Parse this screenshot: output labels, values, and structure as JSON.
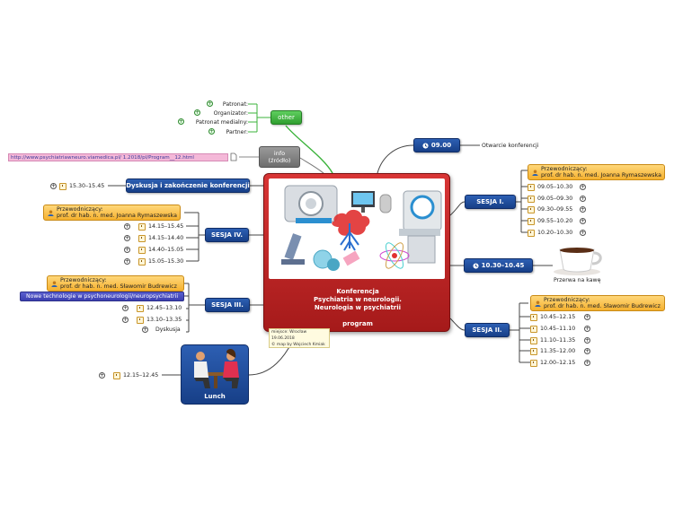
{
  "center": {
    "line1": "Konferencja",
    "line2": "Psychiatria w neurologii.",
    "line3": "Neurologia w psychiatrii",
    "line4": "program"
  },
  "note": {
    "line1": "miejsce: Wrocław",
    "line2": "19.06.2018",
    "line3": "© map by Wojciech Kmiak"
  },
  "other": {
    "label": "other",
    "items": [
      "Patronat:",
      "Organizator:",
      "Patronat medialny:",
      "Partner:"
    ]
  },
  "info": {
    "label_line1": "info",
    "label_line2": "(źródło)",
    "url": "http://www.psychiatriawneuro.viamedica.pl/ 1.2018/pl/Program__12.html"
  },
  "n0900": {
    "label": "09.00",
    "child": "Otwarcie konferencji"
  },
  "sesja1": {
    "label": "SESJA I.",
    "chair_title": "Przewodniczący:",
    "chair_name": "prof. dr hab. n. med. Joanna Rymaszewska",
    "times": [
      "09.05–10.30",
      "09.05–09.30",
      "09.30–09.55",
      "09.55–10.20",
      "10.20–10.30"
    ]
  },
  "n1030": {
    "label": "10.30–10.45",
    "coffee": "Przerwa na kawę"
  },
  "sesja2": {
    "label": "SESJA II.",
    "chair_title": "Przewodniczący:",
    "chair_name": "prof. dr hab. n. med. Sławomir Budrewicz",
    "times": [
      "10.45–12.15",
      "10.45–11.10",
      "11.10–11.35",
      "11.35–12.00",
      "12.00–12.15"
    ]
  },
  "dyskusja": {
    "label": "Dyskusja i zakończenie konferencji",
    "time": "15.30–15.45"
  },
  "sesja4": {
    "label": "SESJA IV.",
    "chair_title": "Przewodniczący:",
    "chair_name": "prof. dr hab. n. med. Joanna Rymaszewska",
    "times": [
      "14.15–15.45",
      "14.15–14.40",
      "14.40–15.05",
      "15.05–15.30"
    ]
  },
  "sesja3": {
    "label": "SESJA III.",
    "chair_title": "Przewodniczący:",
    "chair_name": "prof. dr hab. n. med. Sławomir Budrewicz",
    "topic": "Nowe technologie w psychoneurologii/neuropsychiatrii",
    "times": [
      "12.45–13.10",
      "13.10–13.35"
    ],
    "dyskusja": "Dyskusja"
  },
  "lunch": {
    "label": "Lunch",
    "time": "12.15–12.45"
  },
  "colors": {
    "red": "#c52424",
    "blue": "#1e4a9a",
    "green": "#3bb33b",
    "orange": "#f5b12f"
  }
}
